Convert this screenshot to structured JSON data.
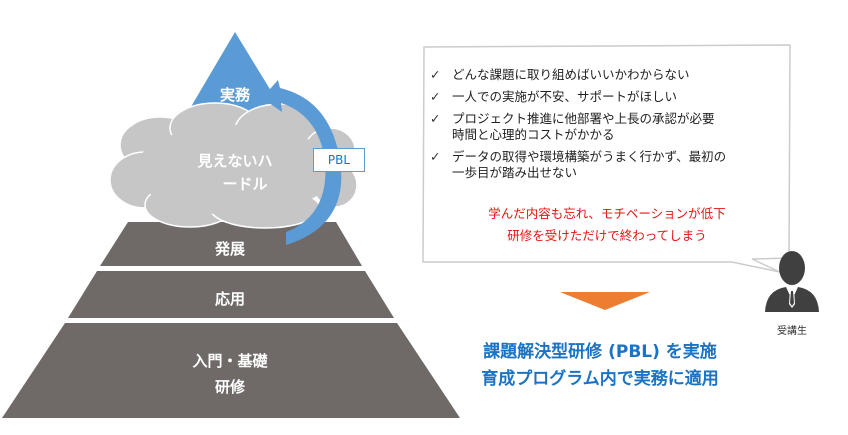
{
  "pyramid": {
    "top": "実務",
    "cloud_line1": "見えないハ",
    "cloud_line2": "ードル",
    "pbl": "PBL",
    "layer1": "発展",
    "layer2": "応用",
    "layer3_line1": "入門・基礎",
    "layer3_line2": "研修"
  },
  "bubble": {
    "items": [
      {
        "lines": [
          "どんな課題に取り組めばいいかわからない"
        ]
      },
      {
        "lines": [
          "一人での実施が不安、サポートがほしい"
        ]
      },
      {
        "lines": [
          "プロジェクト推進に他部署や上長の承認が必要",
          "時間と心理的コストがかかる"
        ]
      },
      {
        "lines": [
          "データの取得や環境構築がうまく行かず、最初の",
          "一歩目が踏み出せない"
        ]
      }
    ],
    "check": "✓",
    "warning1": "学んだ内容も忘れ、モチベーションが低下",
    "warning2": "研修を受けただけで終わってしまう"
  },
  "person_label": "受講生",
  "solution": {
    "line1": "課題解決型研修 (PBL) を実施",
    "line2": "育成プログラム内で実務に適用"
  },
  "colors": {
    "blue": "#5b9bd5",
    "dark": "#6f6a68",
    "cloud": "#c6c6c6",
    "orange": "#ed7d31",
    "red": "#e8140f",
    "text_blue": "#1a73c4"
  }
}
